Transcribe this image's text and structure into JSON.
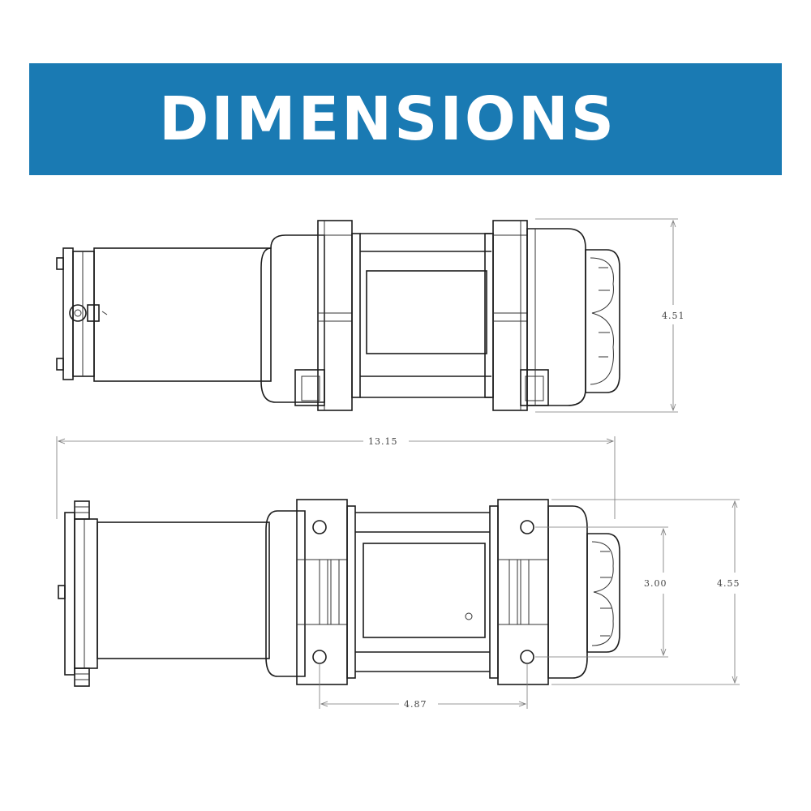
{
  "banner": {
    "title": "DIMENSIONS",
    "background": "#1a7ab3"
  },
  "dimensions": {
    "height_top_view": "4.51",
    "overall_length": "13.15",
    "bolt_spacing_vertical": "3.00",
    "height_bottom_view": "4.55",
    "bolt_spacing_horizontal": "4.87"
  }
}
